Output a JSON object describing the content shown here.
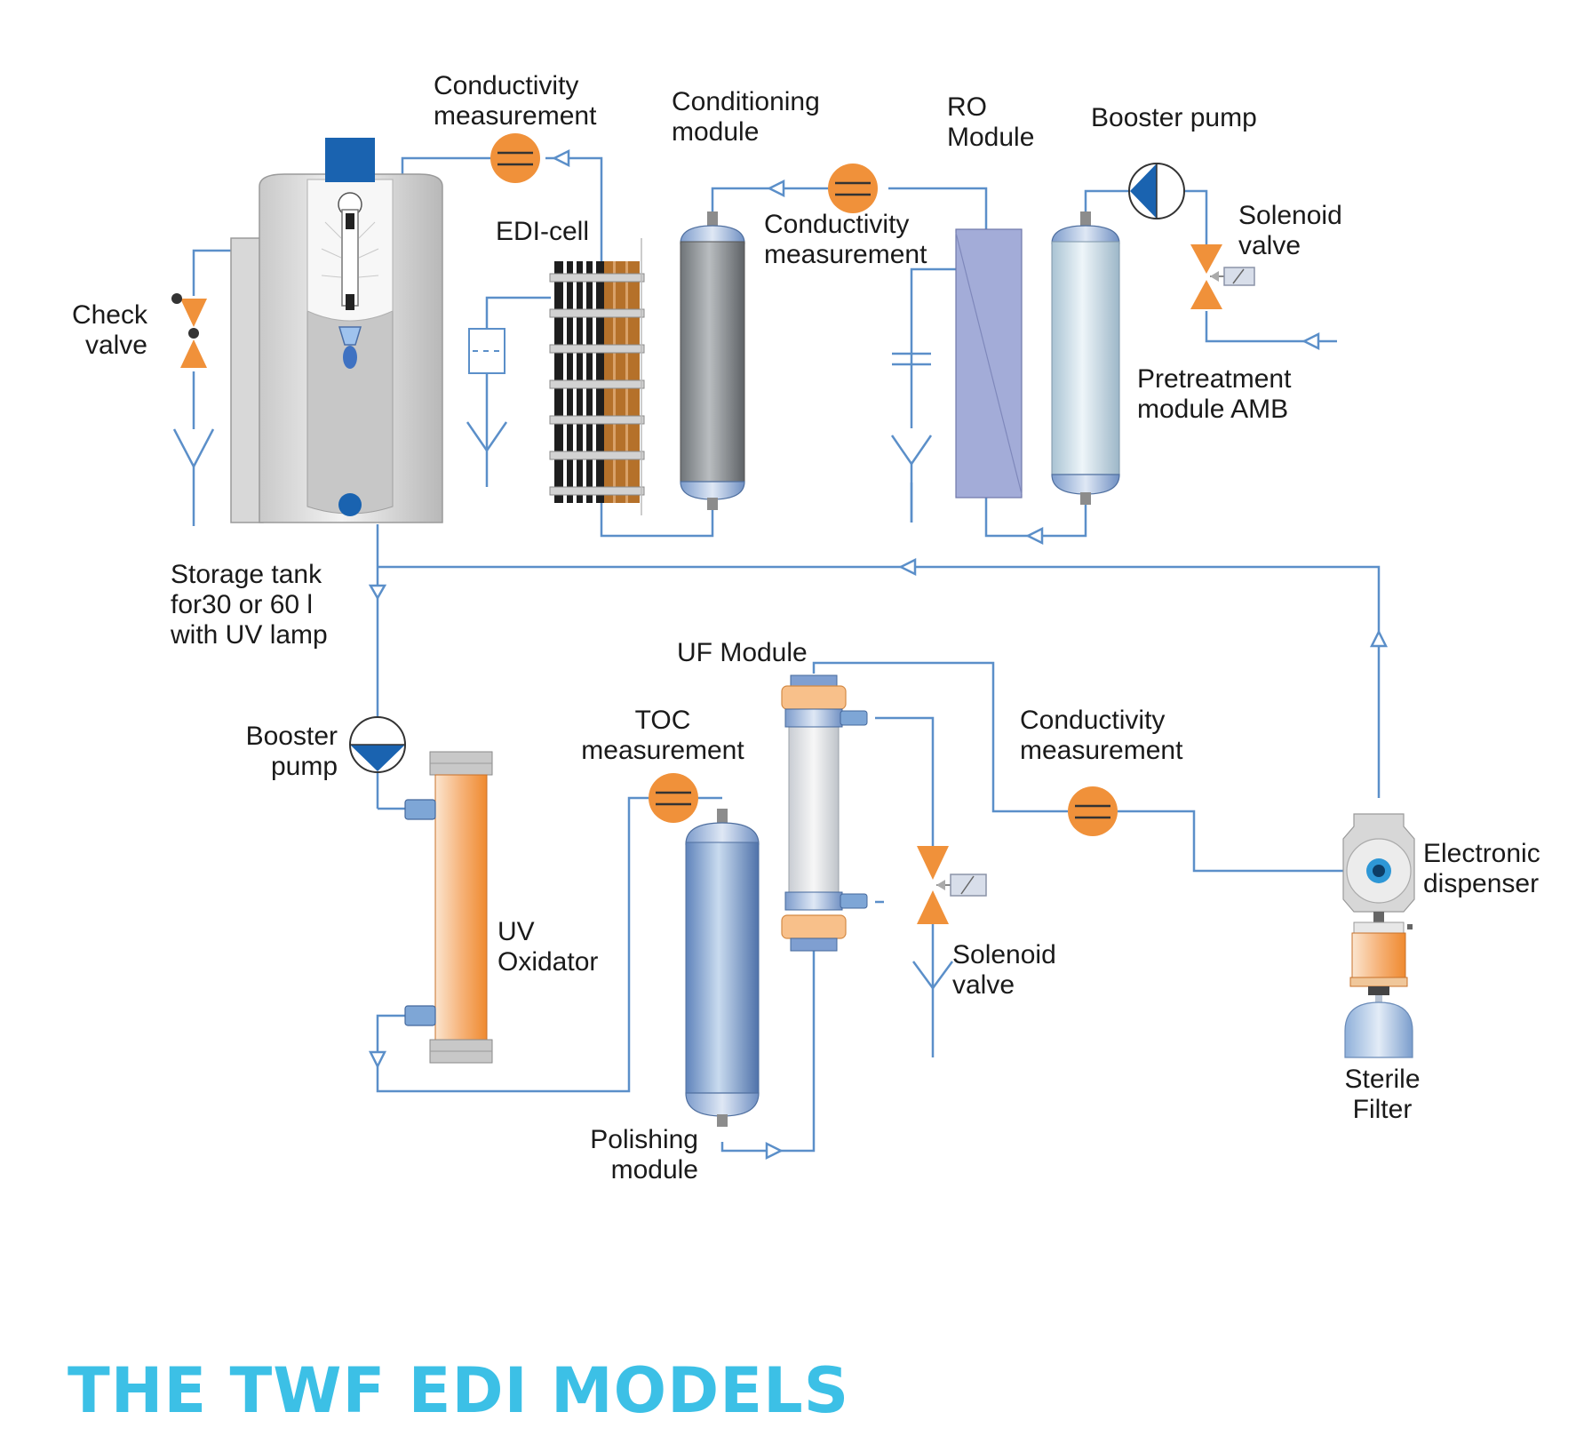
{
  "labels": {
    "conductivity_1": [
      "Conductivity",
      "measurement"
    ],
    "conditioning": [
      "Conditioning",
      "module"
    ],
    "ro": [
      "RO",
      "Module"
    ],
    "booster_top": [
      "Booster pump"
    ],
    "edi_cell": [
      "EDI-cell"
    ],
    "conductivity_2": [
      "Conductivity",
      "measurement"
    ],
    "solenoid_top": [
      "Solenoid",
      "valve"
    ],
    "check_valve": [
      "Check",
      "valve"
    ],
    "pretreatment": [
      "Pretreatment",
      "module AMB"
    ],
    "storage_tank": [
      "Storage tank",
      "for30 or 60 l",
      "with UV lamp"
    ],
    "uf": [
      "UF Module"
    ],
    "booster_bottom": [
      "Booster",
      "pump"
    ],
    "toc": [
      "TOC",
      "measurement"
    ],
    "conductivity_3": [
      "Conductivity",
      "measurement"
    ],
    "electronic_dispenser": [
      "Electronic",
      "dispenser"
    ],
    "uv_oxidator": [
      "UV",
      "Oxidator"
    ],
    "solenoid_bottom": [
      "Solenoid",
      "valve"
    ],
    "sterile_filter": [
      "Sterile",
      "Filter"
    ],
    "polishing": [
      "Polishing",
      "module"
    ]
  },
  "heading": "THE TWF EDI MODELS",
  "colors": {
    "pipe": "#5b8fc9",
    "sensor": "#f0913a",
    "valve": "#f0913a",
    "heading": "#3cc0e6",
    "ro_module": "#a3acd8",
    "uv_tube": "#f0913a"
  },
  "icons": [
    "conductivity-sensor-icon",
    "check-valve-icon",
    "solenoid-valve-icon",
    "booster-pump-icon",
    "drain-icon",
    "flow-arrow-icon"
  ]
}
